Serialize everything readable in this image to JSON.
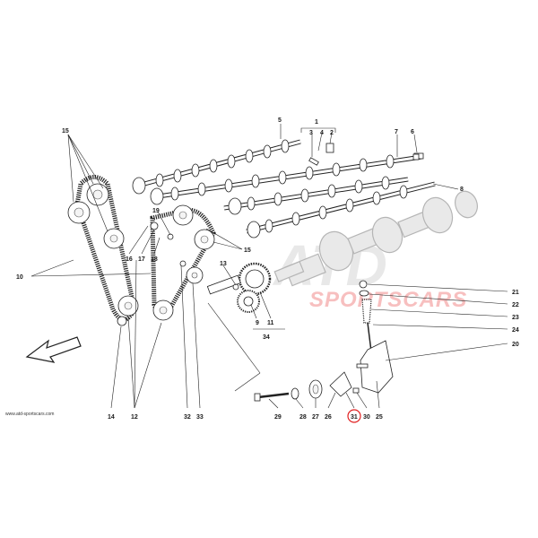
{
  "website": "www.atd-sportscars.com",
  "watermark": {
    "main": "ATD",
    "sub": "SPORTSCARS"
  },
  "highlight_color": "#e02020",
  "callouts": {
    "c1": "1",
    "c2": "2",
    "c3": "3",
    "c4": "4",
    "c5": "5",
    "c6": "6",
    "c7": "7",
    "c8": "8",
    "c9": "9",
    "c10": "10",
    "c11": "11",
    "c12": "12",
    "c13": "13",
    "c14": "14",
    "c15a": "15",
    "c15b": "15",
    "c16": "16",
    "c17": "17",
    "c18": "18",
    "c19": "19",
    "c20": "20",
    "c21": "21",
    "c22": "22",
    "c23": "23",
    "c24": "24",
    "c25": "25",
    "c26": "26",
    "c27": "27",
    "c28": "28",
    "c29": "29",
    "c30": "30",
    "c31": "31",
    "c32": "32",
    "c33": "33",
    "c34": "34"
  }
}
